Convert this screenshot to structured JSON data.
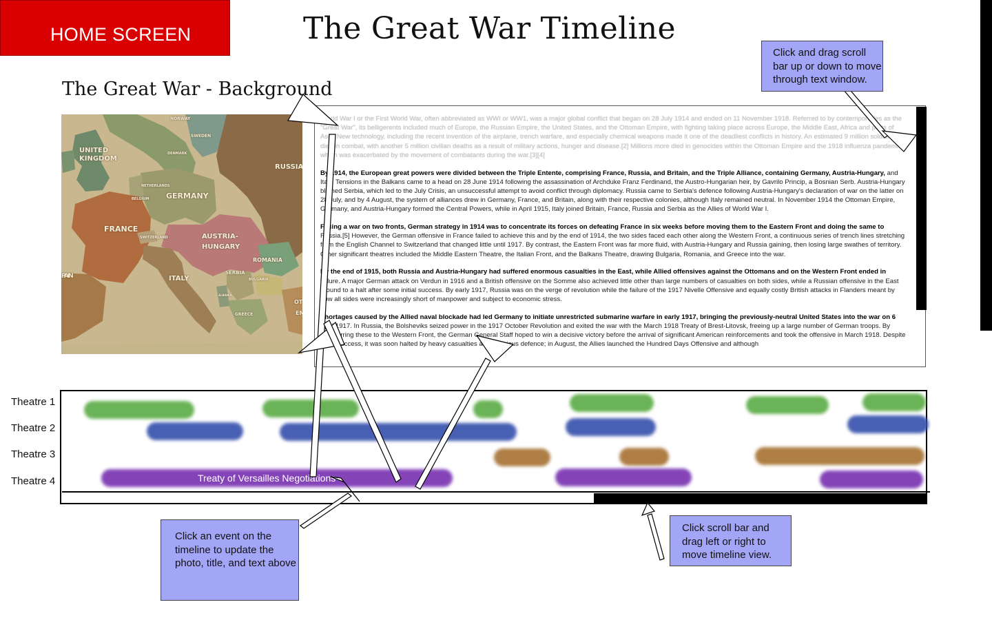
{
  "app": {
    "title": "The Great War Timeline",
    "home_button": "HOME SCREEN"
  },
  "background": {
    "section_title": "The Great War - Background",
    "map": {
      "labels": [
        "NORWAY",
        "SWEDEN",
        "UNITED KINGDOM",
        "DENMARK",
        "NETHERLANDS",
        "BELGIUM",
        "GERMANY",
        "RUSSIA",
        "FRANCE",
        "SWITZERLAND",
        "AUSTRIA-HUNGARY",
        "ROMANIA",
        "SPAIN",
        "ITALY",
        "SERBIA",
        "BULGARIA",
        "ALBANIA",
        "GREECE",
        "OT",
        "EM"
      ]
    },
    "paragraphs": [
      {
        "lead": "Wo",
        "text": "rld War I or the First World War, often abbreviated as WWI or WW1, was a major global conflict that began on 28 July 1914 and ended on 11 November 1918. Referred to by contemporaries as the \"Great War\", its belligerents included much of Europe, the Russian Empire, the United States, and the Ottoman Empire, with fighting taking place across Europe, the Middle East, Africa and parts of Asia. New technology, including the recent invention of the airplane, trench warfare, and especially chemical weapons made it one of the deadliest conflicts in history. An estimated 9 million soldiers died in combat, with another 5 million civilian deaths as a result of military actions, hunger and disease.[2] Millions more died in genocides within the Ottoman Empire and the 1918 influenza pandemic, which was exacerbated by the movement of combatants during the war.[3][4]"
      },
      {
        "lead": "By 1914, the European great powers were divided between the Triple Entente, comprising France, Russia, and Britain, and the Triple Alliance, containing Germany, Austria-Hungary,",
        "text": " and Italy. Tensions in the Balkans came to a head on 28 June 1914 following the assassination of Archduke Franz Ferdinand, the Austro-Hungarian heir, by Gavrilo Princip, a Bosnian Serb. Austria-Hungary blamed Serbia, which led to the July Crisis, an unsuccessful attempt to avoid conflict through diplomacy. Russia came to Serbia's defence following Austria-Hungary's declaration of war on the latter on 28 July, and by 4 August, the system of alliances drew in Germany, France, and Britain, along with their respective colonies, although Italy remained neutral. In November 1914 the Ottoman Empire, Germany, and Austria-Hungary formed the Central Powers, while in April 1915, Italy joined Britain, France, Russia and Serbia as the Allies of World War I."
      },
      {
        "lead": "Facing a war on two fronts, German strategy in 1914 was to concentrate its forces on defeating France in six weeks before moving them to the Eastern Front and doing the same to",
        "text": " Russia.[5] However, the German offensive in France failed to achieve this and by the end of 1914, the two sides faced each other along the Western Front, a continuous series of trench lines stretching from the English Channel to Switzerland that changed little until 1917. By contrast, the Eastern Front was far more fluid, with Austria-Hungary and Russia gaining, then losing large swathes of territory. Other significant theatres included the Middle Eastern Theatre, the Italian Front, and the Balkans Theatre, drawing Bulgaria, Romania, and Greece into the war."
      },
      {
        "lead": "By the end of 1915, both Russia and Austria-Hungary had suffered enormous casualties in the East, while Allied offensives against the Ottomans and on the Western Front ended in",
        "text": " failure. A major German attack on Verdun in 1916 and a British offensive on the Somme also achieved little other than large numbers of casualties on both sides, while a Russian offensive in the East ground to a halt after some initial success. By early 1917, Russia was on the verge of revolution while the failure of the 1917 Nivelle Offensive and equally costly British attacks in Flanders meant by now all sides were increasingly short of manpower and subject to economic stress."
      },
      {
        "lead": "Shortages caused by the Allied naval blockade had led Germany to initiate unrestricted submarine warfare in early 1917, bringing the previously-neutral United States into the war on 6",
        "text": " April 1917. In Russia, the Bolsheviks seized power in the 1917 October Revolution and exited the war with the March 1918 Treaty of Brest-Litovsk, freeing up a large number of German troops. By transferring these to the Western Front, the German General Staff hoped to win a decisive victory before the arrival of significant American reinforcements and took the offensive in March 1918. Despite initial success, it was soon halted by heavy casualties and ferocious defence; in August, the Allies launched the Hundred Days Offensive and although"
      }
    ]
  },
  "timeline": {
    "theatres": [
      "Theatre 1",
      "Theatre 2",
      "Theatre 3",
      "Theatre 4"
    ],
    "event_label": "Treaty of Versailles Negotiations",
    "colors": {
      "theatre_1": "#5ead49",
      "theatre_2": "#3953ad",
      "theatre_3": "#a87436",
      "theatre_4": "#7a35b3",
      "home_button": "#d80000",
      "callout": "#a3a6f6"
    }
  },
  "annotations": {
    "scroll_v": "Click and drag scroll bar up or down to move through text window.",
    "event": "Click an event on the timeline to update the photo, title, and text above",
    "scroll_h": "Click scroll bar and drag left or right to move timeline view."
  }
}
